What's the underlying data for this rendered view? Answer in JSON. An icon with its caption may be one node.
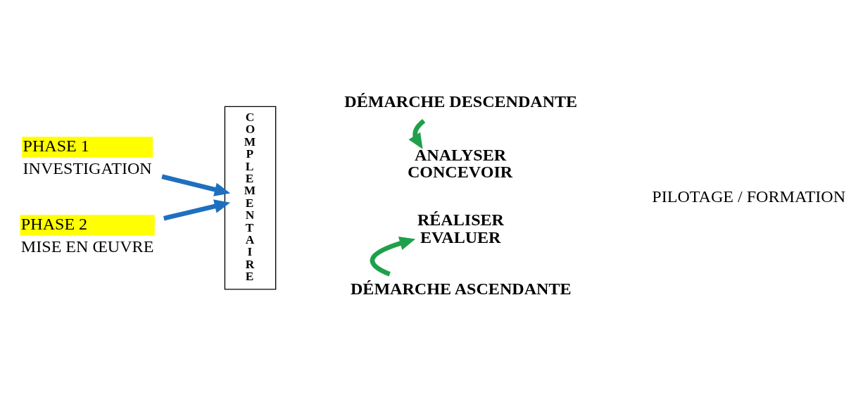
{
  "diagram": {
    "nodes": [
      {
        "text": [
          "PHASE 1",
          "INVESTIGATION"
        ]
      },
      {
        "text": [
          "PHASE 2",
          "MISE EN ŒUVRE"
        ]
      },
      {
        "text": [
          "COMPLEMENTAIRE"
        ]
      },
      {
        "text": [
          "DÉMARCHE DESCENDANTE"
        ]
      },
      {
        "text": [
          "ANALYSER CONCEVOIR"
        ]
      },
      {
        "text": [
          "RÉALISER EVALUER"
        ]
      },
      {
        "text": [
          "DÉMARCHE ASCENDANTE"
        ]
      }
    ],
    "edges": [
      {
        "from": 0,
        "to": 2,
        "arrow": "to",
        "color": "#1f6fc0"
      },
      {
        "from": 1,
        "to": 2,
        "arrow": "to",
        "color": "#1f6fc0"
      },
      {
        "from": 3,
        "to": 4,
        "arrow": "to",
        "color": "#1fa04a"
      },
      {
        "from": 6,
        "to": 5,
        "arrow": "to",
        "color": "#1fa04a"
      }
    ],
    "labels": [
      "PILOTAGE / FORMATION"
    ]
  }
}
